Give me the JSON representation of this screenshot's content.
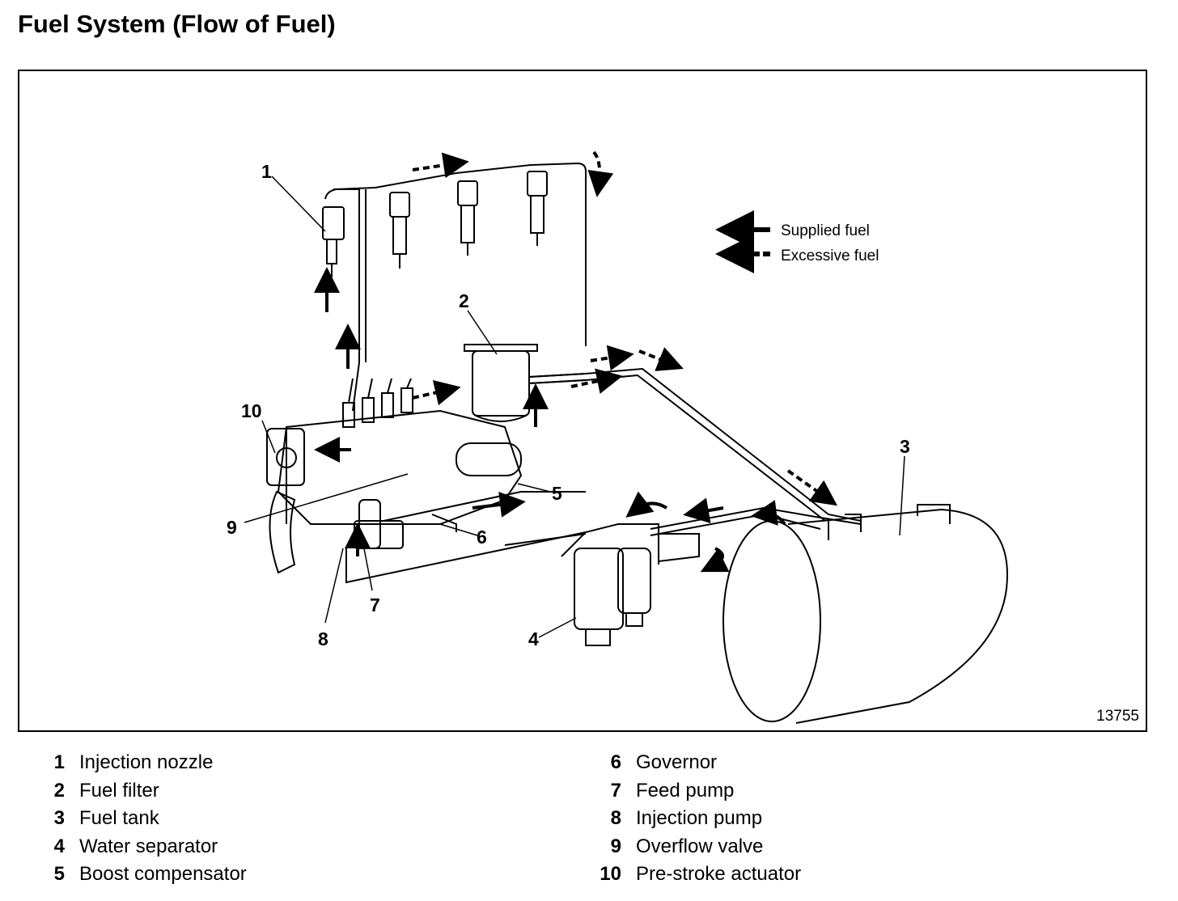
{
  "title": "Fuel System (Flow of Fuel)",
  "figure_number": "13755",
  "legend": {
    "supplied": "Supplied fuel",
    "excessive": "Excessive fuel"
  },
  "callouts": [
    "1",
    "2",
    "3",
    "4",
    "5",
    "6",
    "7",
    "8",
    "9",
    "10"
  ],
  "key": [
    {
      "num": "1",
      "label": "Injection nozzle"
    },
    {
      "num": "2",
      "label": "Fuel filter"
    },
    {
      "num": "3",
      "label": "Fuel tank"
    },
    {
      "num": "4",
      "label": "Water separator"
    },
    {
      "num": "5",
      "label": "Boost compensator"
    },
    {
      "num": "6",
      "label": "Governor"
    },
    {
      "num": "7",
      "label": "Feed pump"
    },
    {
      "num": "8",
      "label": "Injection pump"
    },
    {
      "num": "9",
      "label": "Overflow valve"
    },
    {
      "num": "10",
      "label": "Pre-stroke actuator"
    }
  ]
}
